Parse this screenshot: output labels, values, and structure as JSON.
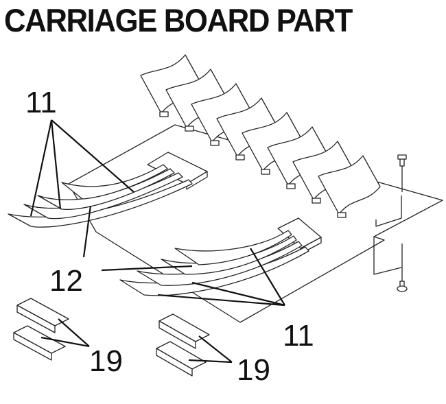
{
  "title": "CARRIAGE BOARD PART",
  "callouts": {
    "cable_top": "11",
    "cable_bottom": "11",
    "cable_12": "12",
    "connector_left": "19",
    "connector_right": "19"
  }
}
